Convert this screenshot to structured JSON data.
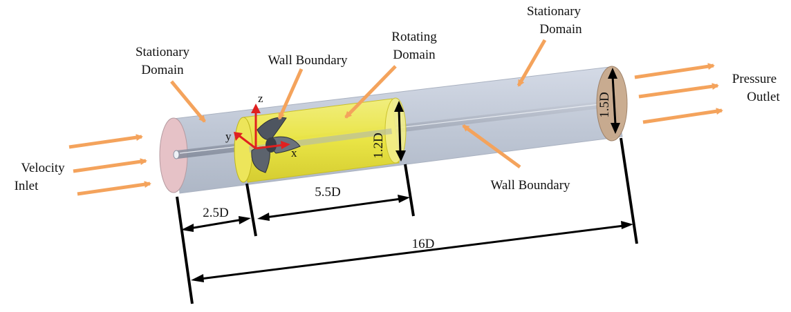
{
  "labels": {
    "velocity_inlet": [
      "Velocity",
      "Inlet"
    ],
    "pressure_outlet": [
      "Pressure",
      "Outlet"
    ],
    "stationary_left": [
      "Stationary",
      "Domain"
    ],
    "stationary_right": [
      "Stationary",
      "Domain"
    ],
    "rotating": [
      "Rotating",
      "Domain"
    ],
    "wall_top": "Wall Boundary",
    "wall_bottom": "Wall Boundary"
  },
  "dimensions": {
    "d1": "2.5D",
    "d2": "5.5D",
    "d3": "16D",
    "rot_diameter": "1.2D",
    "outlet_diameter": "1.5D"
  },
  "axes": {
    "x": "x",
    "y": "y",
    "z": "z"
  },
  "colors": {
    "arrow": "#f4a35c",
    "pipe": "#c5ccd9",
    "rotating": "#eeea4a",
    "inlet_face": "#e6c2c7",
    "outlet_face": "#c8a98c",
    "axis": "#e02020"
  }
}
